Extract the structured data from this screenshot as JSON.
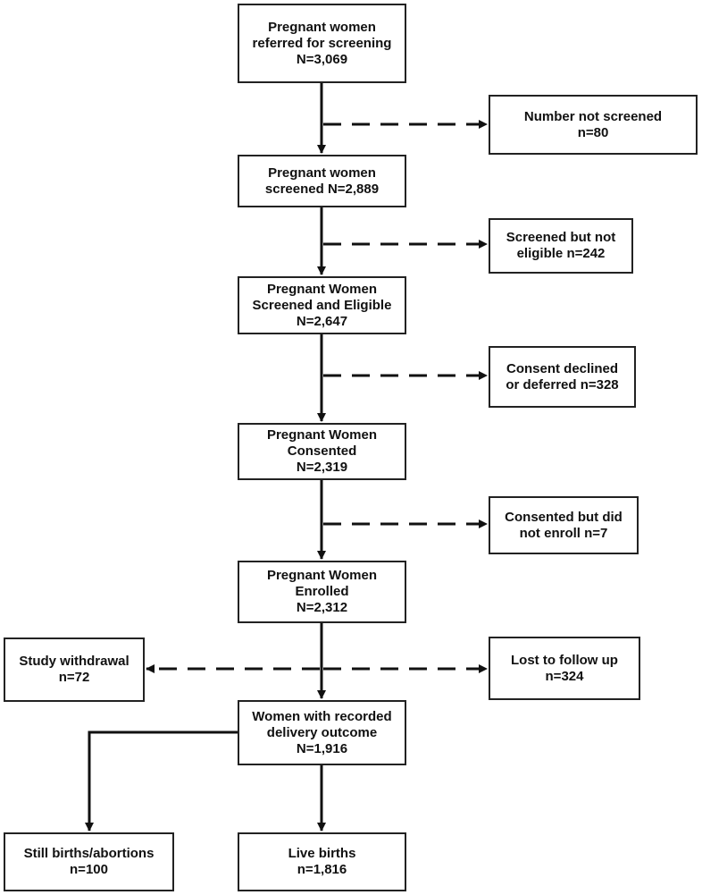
{
  "main_flow": {
    "referred": {
      "line1": "Pregnant women",
      "line2": "referred for screening",
      "line3": "N=3,069"
    },
    "screened": {
      "line1": "Pregnant women",
      "line2": "screened N=2,889"
    },
    "eligible": {
      "line1": "Pregnant Women",
      "line2": "Screened and Eligible",
      "line3": "N=2,647"
    },
    "consented": {
      "line1": "Pregnant Women",
      "line2": "Consented",
      "line3": "N=2,319"
    },
    "enrolled": {
      "line1": "Pregnant Women",
      "line2": "Enrolled",
      "line3": "N=2,312"
    },
    "delivery": {
      "line1": "Women with recorded",
      "line2": "delivery outcome",
      "line3": "N=1,916"
    }
  },
  "exclusions": {
    "not_screened": {
      "line1": "Number not screened",
      "line2": "n=80"
    },
    "not_eligible": {
      "line1": "Screened but not",
      "line2": "eligible n=242"
    },
    "declined": {
      "line1": "Consent declined",
      "line2": "or deferred n=328"
    },
    "not_enrolled": {
      "line1": "Consented but did",
      "line2": "not enroll n=7"
    },
    "withdrawal": {
      "line1": "Study withdrawal",
      "line2": "n=72"
    },
    "lost": {
      "line1": "Lost to follow up",
      "line2": "n=324"
    }
  },
  "outcomes": {
    "stillbirths": {
      "line1": "Still births/abortions",
      "line2": "n=100"
    },
    "live": {
      "line1": "Live births",
      "line2": "n=1,816"
    }
  }
}
